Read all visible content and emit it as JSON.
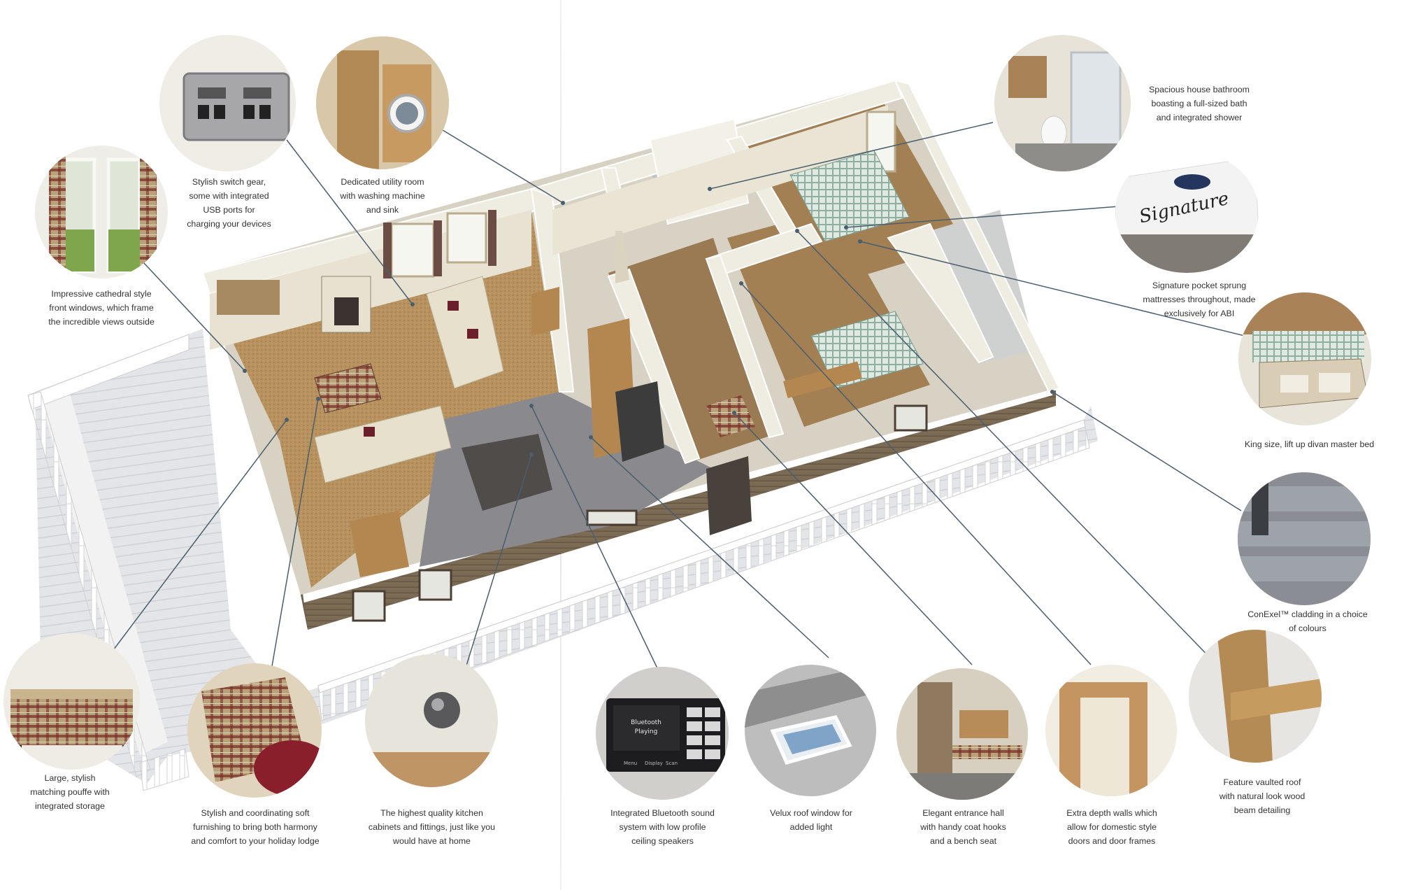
{
  "callouts": [
    {
      "id": "windows",
      "lines": [
        "Impressive cathedral style",
        "front windows, which frame",
        "the incredible views outside"
      ]
    },
    {
      "id": "switch",
      "lines": [
        "Stylish switch gear,",
        "some with integrated",
        "USB ports for",
        "charging your devices"
      ]
    },
    {
      "id": "utility",
      "lines": [
        "Dedicated utility room",
        "with washing machine",
        "and sink"
      ]
    },
    {
      "id": "bathroom",
      "lines": [
        "Spacious house bathroom",
        "boasting a full-sized bath",
        "and integrated shower"
      ]
    },
    {
      "id": "mattress",
      "lines": [
        "Signature pocket sprung",
        "mattresses throughout, made",
        "exclusively for ABI"
      ]
    },
    {
      "id": "bed",
      "lines": [
        "King size, lift up divan master bed"
      ]
    },
    {
      "id": "cladding",
      "lines": [
        "ConExel™ cladding in a choice",
        "of colours"
      ]
    },
    {
      "id": "roof",
      "lines": [
        "Feature vaulted roof",
        "with natural look wood",
        "beam detailing"
      ]
    },
    {
      "id": "walls",
      "lines": [
        "Extra depth walls which",
        "allow for domestic style",
        "doors and door frames"
      ]
    },
    {
      "id": "hall",
      "lines": [
        "Elegant entrance hall",
        "with handy coat hooks",
        "and a bench seat"
      ]
    },
    {
      "id": "velux",
      "lines": [
        "Velux roof window for",
        "added light"
      ]
    },
    {
      "id": "bluetooth",
      "lines": [
        "Integrated Bluetooth sound",
        "system with low profile",
        "ceiling speakers"
      ]
    },
    {
      "id": "kitchen",
      "lines": [
        "The highest quality kitchen",
        "cabinets and fittings, just like you",
        "would have at home"
      ]
    },
    {
      "id": "furnishing",
      "lines": [
        "Stylish and coordinating soft",
        "furnishing to bring both harmony",
        "and comfort to your holiday lodge"
      ]
    },
    {
      "id": "pouffe",
      "lines": [
        "Large, stylish",
        "matching pouffe with",
        "integrated storage"
      ]
    }
  ],
  "mattress_label": {
    "brand": "Signature"
  },
  "speaker_display": {
    "line1": "Bluetooth",
    "line2": "Playing",
    "buttons": [
      "Menu",
      "Display",
      "Scan"
    ]
  },
  "colors": {
    "wall": "#ece9dc",
    "floor": "#b48d5c",
    "deck": "#e3e3e5",
    "cladding": "#7d6d58",
    "leader": "#4a5e6e",
    "text": "#333333"
  }
}
